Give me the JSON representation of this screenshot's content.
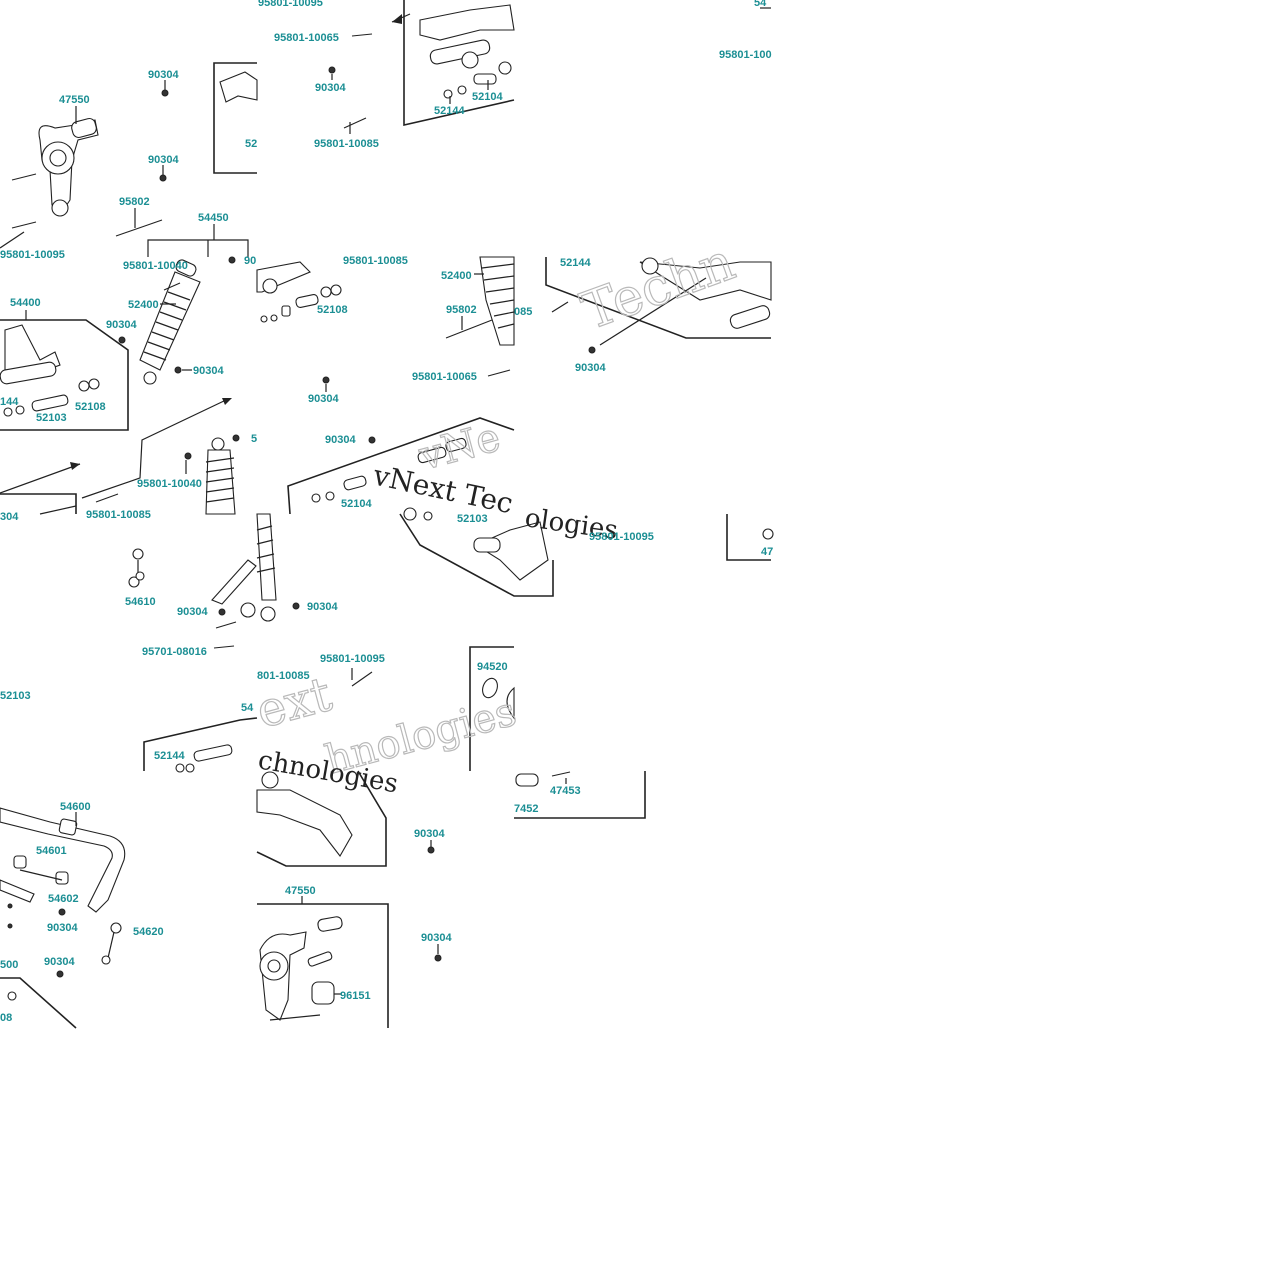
{
  "labels": [
    {
      "text": "95801-10095"
    },
    {
      "text": "95801-10065"
    },
    {
      "text": "90304"
    },
    {
      "text": "52144"
    },
    {
      "text": "52104"
    },
    {
      "text": "95801-10085"
    },
    {
      "text": "54"
    },
    {
      "text": "95801-100"
    },
    {
      "text": "47550"
    },
    {
      "text": "90304"
    },
    {
      "text": "52"
    },
    {
      "text": "90304"
    },
    {
      "text": "95802"
    },
    {
      "text": "54450"
    },
    {
      "text": "95801-10095"
    },
    {
      "text": "95801-10040"
    },
    {
      "text": "90"
    },
    {
      "text": "52400"
    },
    {
      "text": "54400"
    },
    {
      "text": "90304"
    },
    {
      "text": "90304"
    },
    {
      "text": "144"
    },
    {
      "text": "52108"
    },
    {
      "text": "52103"
    },
    {
      "text": "5"
    },
    {
      "text": "95801-10040"
    },
    {
      "text": "304"
    },
    {
      "text": "95801-10085"
    },
    {
      "text": "95801-10085"
    },
    {
      "text": "52400"
    },
    {
      "text": "52108"
    },
    {
      "text": "95802"
    },
    {
      "text": "95801-10065"
    },
    {
      "text": "90304"
    },
    {
      "text": "90304"
    },
    {
      "text": "52104"
    },
    {
      "text": "52103"
    },
    {
      "text": "52144"
    },
    {
      "text": "085"
    },
    {
      "text": "90304"
    },
    {
      "text": "54610"
    },
    {
      "text": "90304"
    },
    {
      "text": "90304"
    },
    {
      "text": "95701-08016"
    },
    {
      "text": "52103"
    },
    {
      "text": "54"
    },
    {
      "text": "52144"
    },
    {
      "text": "95801-10095"
    },
    {
      "text": "801-10085"
    },
    {
      "text": "94520"
    },
    {
      "text": "95801-10095"
    },
    {
      "text": "47"
    },
    {
      "text": "47453"
    },
    {
      "text": "7452"
    },
    {
      "text": "54600"
    },
    {
      "text": "54601"
    },
    {
      "text": "54602"
    },
    {
      "text": "90304"
    },
    {
      "text": "54620"
    },
    {
      "text": "90304"
    },
    {
      "text": "500"
    },
    {
      "text": "08"
    },
    {
      "text": "90304"
    },
    {
      "text": "47550"
    },
    {
      "text": "90304"
    },
    {
      "text": "96151"
    }
  ],
  "watermark": {
    "text_a": "vNext Tec",
    "text_b": "Techn",
    "text_c": "chnologies",
    "text_d": "ext",
    "text_e": "ologies",
    "text_f": "hnologies",
    "text_g": "vNe"
  }
}
